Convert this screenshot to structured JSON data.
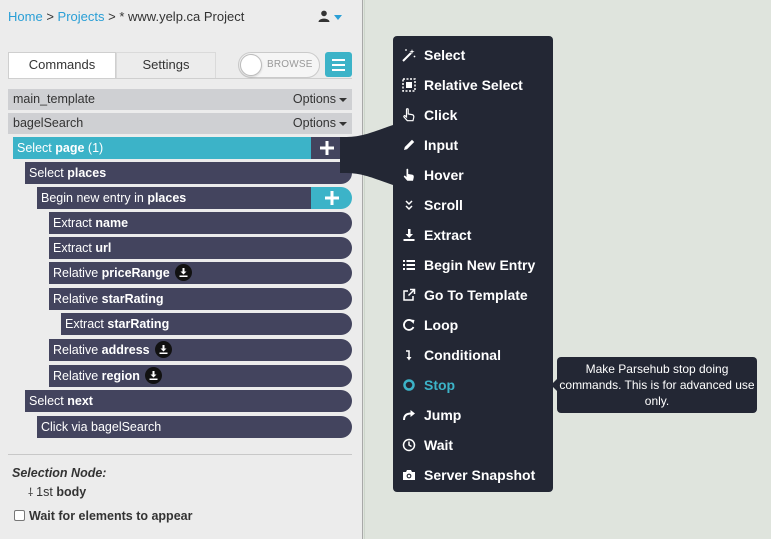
{
  "breadcrumb": {
    "home": "Home",
    "sep1": ">",
    "projects": "Projects",
    "sep2": ">",
    "project": "* www.yelp.ca Project"
  },
  "tabs": {
    "commands": "Commands",
    "settings": "Settings"
  },
  "browse_toggle": "BROWSE",
  "templates": [
    {
      "name": "main_template",
      "options": "Options"
    },
    {
      "name": "bagelSearch",
      "options": "Options"
    }
  ],
  "commands": [
    {
      "prefix": "Select",
      "bold": "page",
      "suffix": "(1)"
    },
    {
      "prefix": "Select",
      "bold": "places",
      "suffix": ""
    },
    {
      "prefix": "Begin new entry in",
      "bold": "places",
      "suffix": ""
    },
    {
      "prefix": "Extract",
      "bold": "name",
      "suffix": ""
    },
    {
      "prefix": "Extract",
      "bold": "url",
      "suffix": ""
    },
    {
      "prefix": "Relative",
      "bold": "priceRange",
      "suffix": ""
    },
    {
      "prefix": "Relative",
      "bold": "starRating",
      "suffix": ""
    },
    {
      "prefix": "Extract",
      "bold": "starRating",
      "suffix": ""
    },
    {
      "prefix": "Relative",
      "bold": "address",
      "suffix": ""
    },
    {
      "prefix": "Relative",
      "bold": "region",
      "suffix": ""
    },
    {
      "prefix": "Select",
      "bold": "next",
      "suffix": ""
    },
    {
      "prefix": "Click via bagelSearch",
      "bold": "",
      "suffix": ""
    }
  ],
  "selection_node": {
    "label": "Selection Node:",
    "value": "1st",
    "tag": "body"
  },
  "wait_label": "Wait for elements to appear",
  "menu": [
    {
      "label": "Select",
      "icon": "magic-wand-icon"
    },
    {
      "label": "Relative Select",
      "icon": "relative-select-icon"
    },
    {
      "label": "Click",
      "icon": "pointer-hand-icon"
    },
    {
      "label": "Input",
      "icon": "pencil-icon"
    },
    {
      "label": "Hover",
      "icon": "hover-hand-icon"
    },
    {
      "label": "Scroll",
      "icon": "double-chevron-down-icon"
    },
    {
      "label": "Extract",
      "icon": "download-icon"
    },
    {
      "label": "Begin New Entry",
      "icon": "list-icon"
    },
    {
      "label": "Go To Template",
      "icon": "external-link-icon"
    },
    {
      "label": "Loop",
      "icon": "loop-icon"
    },
    {
      "label": "Conditional",
      "icon": "conditional-arrow-icon"
    },
    {
      "label": "Stop",
      "icon": "stop-icon"
    },
    {
      "label": "Jump",
      "icon": "jump-arrow-icon"
    },
    {
      "label": "Wait",
      "icon": "clock-icon"
    },
    {
      "label": "Server Snapshot",
      "icon": "camera-icon"
    }
  ],
  "tooltip": "Make Parsehub stop doing commands. This is for advanced use only.",
  "colors": {
    "accent": "#3cb3c8",
    "command_bg": "#43445e",
    "popup_bg": "#232734",
    "link": "#2a9fd6"
  }
}
